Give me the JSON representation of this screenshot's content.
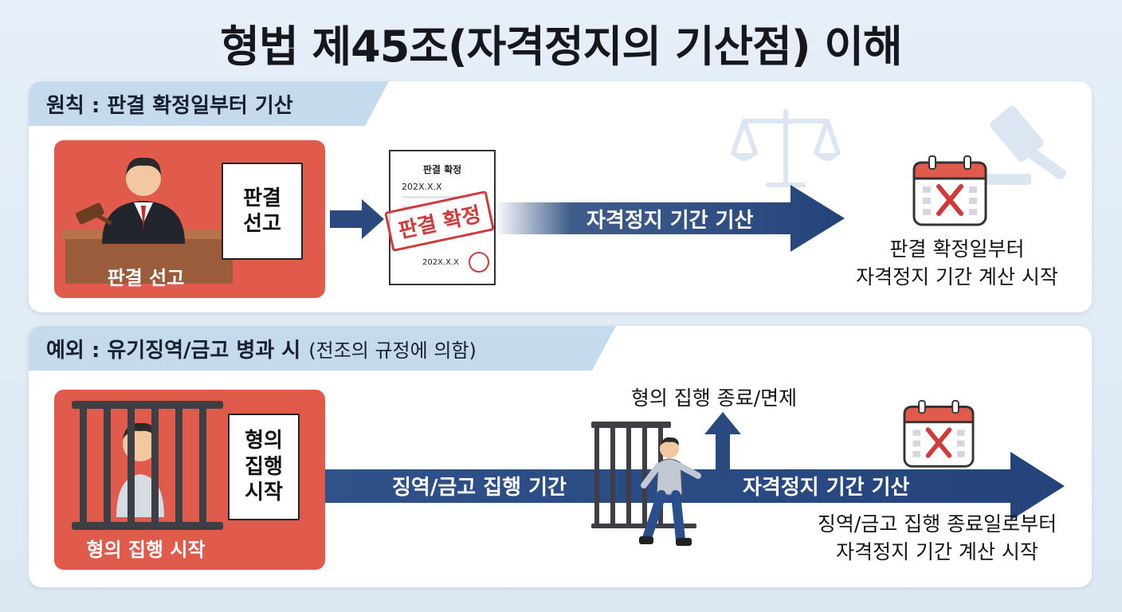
{
  "title": "형법 제45조(자격정지의 기산점) 이해",
  "principle": {
    "heading": "원칙 : 판결 확정일부터 기산",
    "judge_caption": "판결 선고",
    "paper_label": "판결\n선고",
    "document": {
      "header": "판결 확정",
      "date_top": "202X.X.X",
      "stamp": "판결 확정",
      "date_bottom": "202X.X.X"
    },
    "arrow_label": "자격정지 기간 기산",
    "result_note": "판결 확정일부터\n자격정지 기간 계산 시작"
  },
  "exception": {
    "heading": "예외 : 유기징역/금고 병과 시",
    "heading_sub": "(전조의 규정에 의함)",
    "prison_caption": "형의 집행 시작",
    "paper_label": "형의\n집행\n시작",
    "arrow_label_1": "징역/금고 집행 기간",
    "release_label": "형의 집행 종료/면제",
    "arrow_label_2": "자격정지 기간 기산",
    "result_note": "징역/금고 집행 종료일로부터\n자격정지 기간 계산 시작"
  },
  "icons": [
    "scales-icon",
    "gavel-icon",
    "calendar-x-icon",
    "prison-bars-icon",
    "up-arrow-icon"
  ],
  "colors": {
    "red": "#e15b4d",
    "navy": "#2a4a7f",
    "light_blue": "#c6daee",
    "stamp_red": "#d23a3a"
  }
}
